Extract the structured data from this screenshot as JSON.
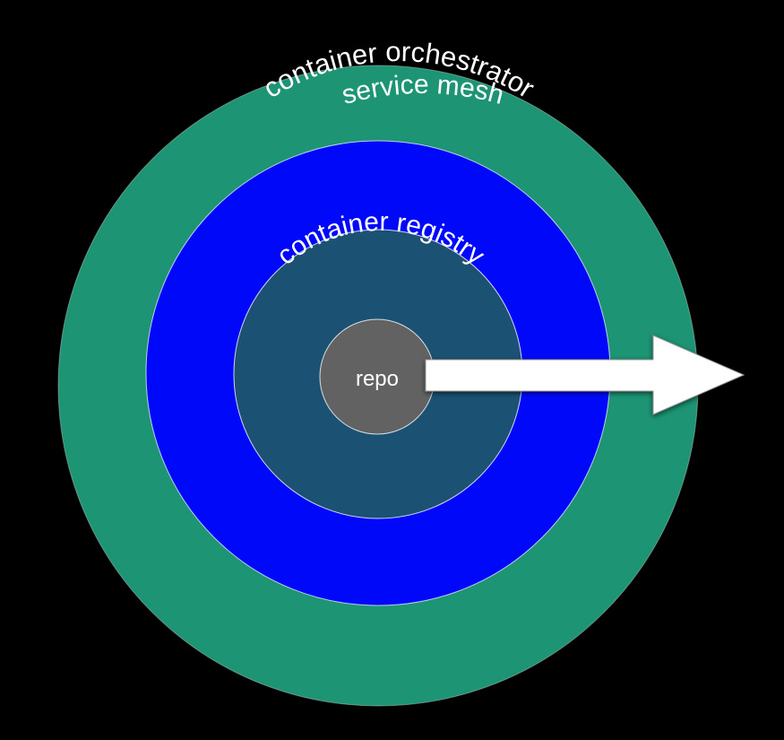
{
  "diagram": {
    "layers": [
      {
        "id": "mesh",
        "label": "service mesh",
        "color": "#1d9474"
      },
      {
        "id": "orchestrator",
        "label": "container orchestrator",
        "color": "#0008fa"
      },
      {
        "id": "registry",
        "label": "container registry",
        "color": "#1b5172"
      },
      {
        "id": "repo",
        "label": "repo",
        "color": "#626262"
      }
    ],
    "arrow_color": "#ffffff",
    "background": "#000000"
  }
}
